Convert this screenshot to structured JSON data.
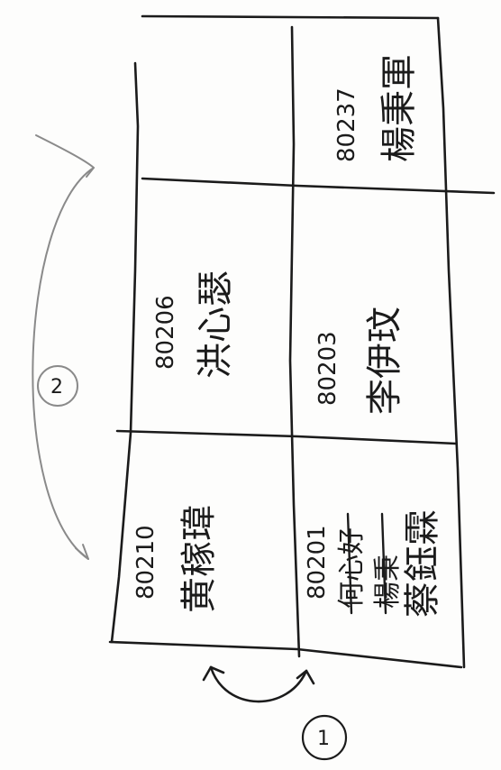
{
  "sketch": {
    "ink_color": "#1b1b1b",
    "faint_color": "#8a8a8a",
    "paper_color": "#fdfdfc",
    "cells": [
      {
        "id": "top-right",
        "code": "80237",
        "name": "楊秉軍"
      },
      {
        "id": "middle-left",
        "code": "80206",
        "name": "洪心瑟"
      },
      {
        "id": "middle-right",
        "code": "80203",
        "name": "李伊玟"
      },
      {
        "id": "bottom-left",
        "code": "80210",
        "name": "黄稼瑋"
      },
      {
        "id": "bottom-right",
        "code": "80201",
        "name": "蔡鈺霖",
        "struck": [
          "何心好",
          "楊秉"
        ]
      }
    ],
    "markers": {
      "upper": "2",
      "lower": "1"
    }
  }
}
